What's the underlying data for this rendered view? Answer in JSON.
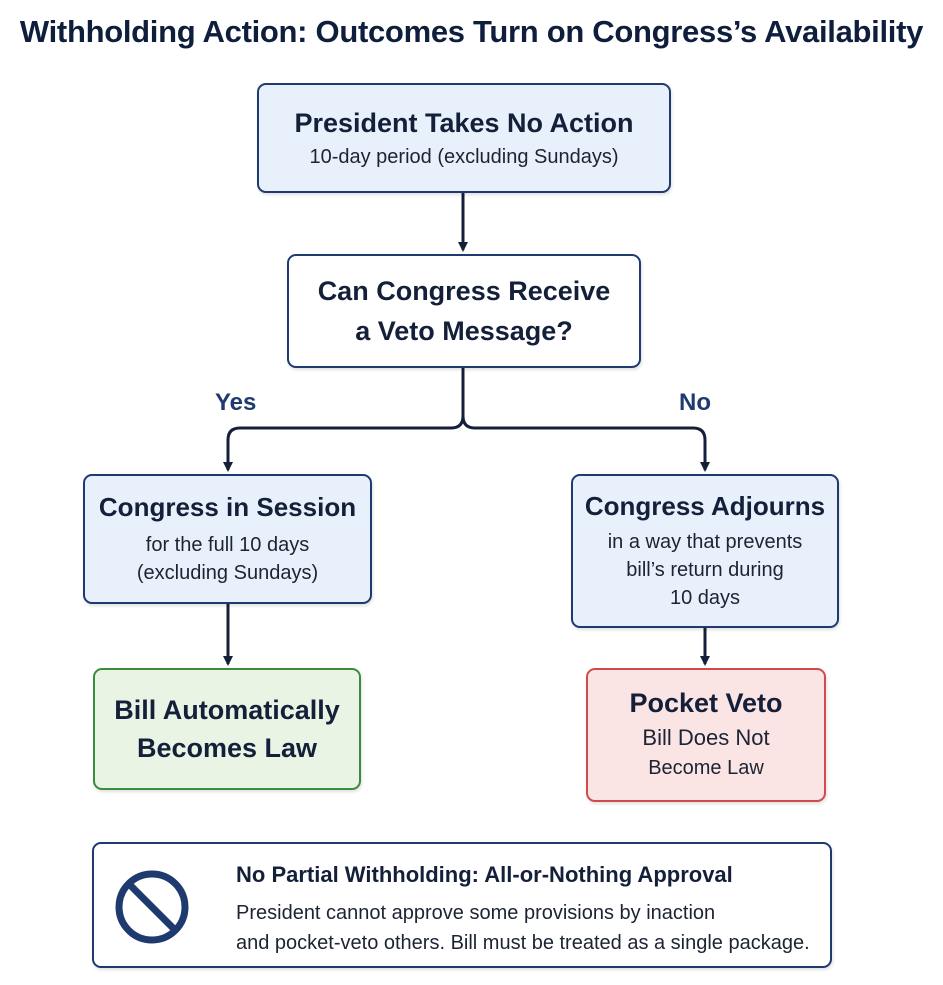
{
  "title": "Withholding Action: Outcomes Turn on Congress’s Availability",
  "start": {
    "heading": "President Takes No Action",
    "sub": "10-day period (excluding Sundays)"
  },
  "decision": {
    "line1": "Can Congress Receive",
    "line2": "a Veto Message?"
  },
  "branches": {
    "yes": "Yes",
    "no": "No"
  },
  "in_session": {
    "heading": "Congress in Session",
    "line1": "for the full 10 days",
    "line2": "(excluding Sundays)"
  },
  "adjourns": {
    "heading": "Congress Adjourns",
    "line1": "in a way that prevents",
    "line2": "bill’s return during",
    "line3": "10 days"
  },
  "becomes_law": {
    "line1": "Bill Automatically",
    "line2": "Becomes Law"
  },
  "pocket_veto": {
    "heading": "Pocket Veto",
    "line1": "Bill Does Not",
    "line2": "Become Law"
  },
  "note": {
    "icon": "prohibited-icon",
    "heading": "No Partial Withholding: All-or-Nothing Approval",
    "line1": "President cannot approve some provisions by inaction",
    "line2": "and pocket-veto others. Bill must be treated as a single package."
  },
  "colors": {
    "navy": "#1f3a6e",
    "blue_fill": "#e8f1fb",
    "green_border": "#3d8b3d",
    "green_fill": "#e9f4e4",
    "red_border": "#d24b4b",
    "red_fill": "#fbe4e4"
  }
}
